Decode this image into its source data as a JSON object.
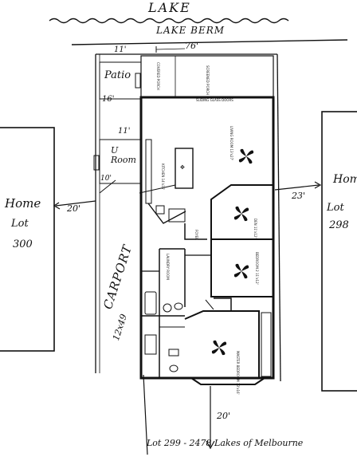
{
  "top": {
    "lake": "LAKE",
    "lake_berm": "LAKE BERM",
    "berm_dim": "76'"
  },
  "left_notes": {
    "patio": "Patio",
    "patio_dim_top": "11'",
    "patio_dim_side": "16'",
    "u_room": "U Room",
    "u_room_dim_top": "11'",
    "u_room_dim_side": "10'",
    "carport": "CARPORT",
    "carport_dim": "12x49",
    "home_label": "Home",
    "lot_label": "Lot",
    "lot_number": "300",
    "side_dim": "20'"
  },
  "right_notes": {
    "home_label": "Home",
    "lot_label": "Lot",
    "lot_number": "298",
    "side_dim": "23'"
  },
  "bottom": {
    "rear_dim": "20'",
    "caption": "Lot 299 - 2478 Lakes of Melbourne"
  },
  "rooms": {
    "covered_porch": "COVERED PORCH",
    "screened_porch": "SCREENED PORCH",
    "sliding_glass_doors": "SLIDING GLASS DOORS",
    "living_room": "LIVING ROOM 13'x27'",
    "kitchen": "KITCHEN 14'x15'",
    "den": "DEN 11'x12'",
    "bedroom_2": "BEDROOM 2 11'x12'",
    "foyer": "FOYER",
    "laundry": "LAUNDRY ROOM",
    "master_bedroom": "MASTER BEDROOM 13'x16'"
  }
}
